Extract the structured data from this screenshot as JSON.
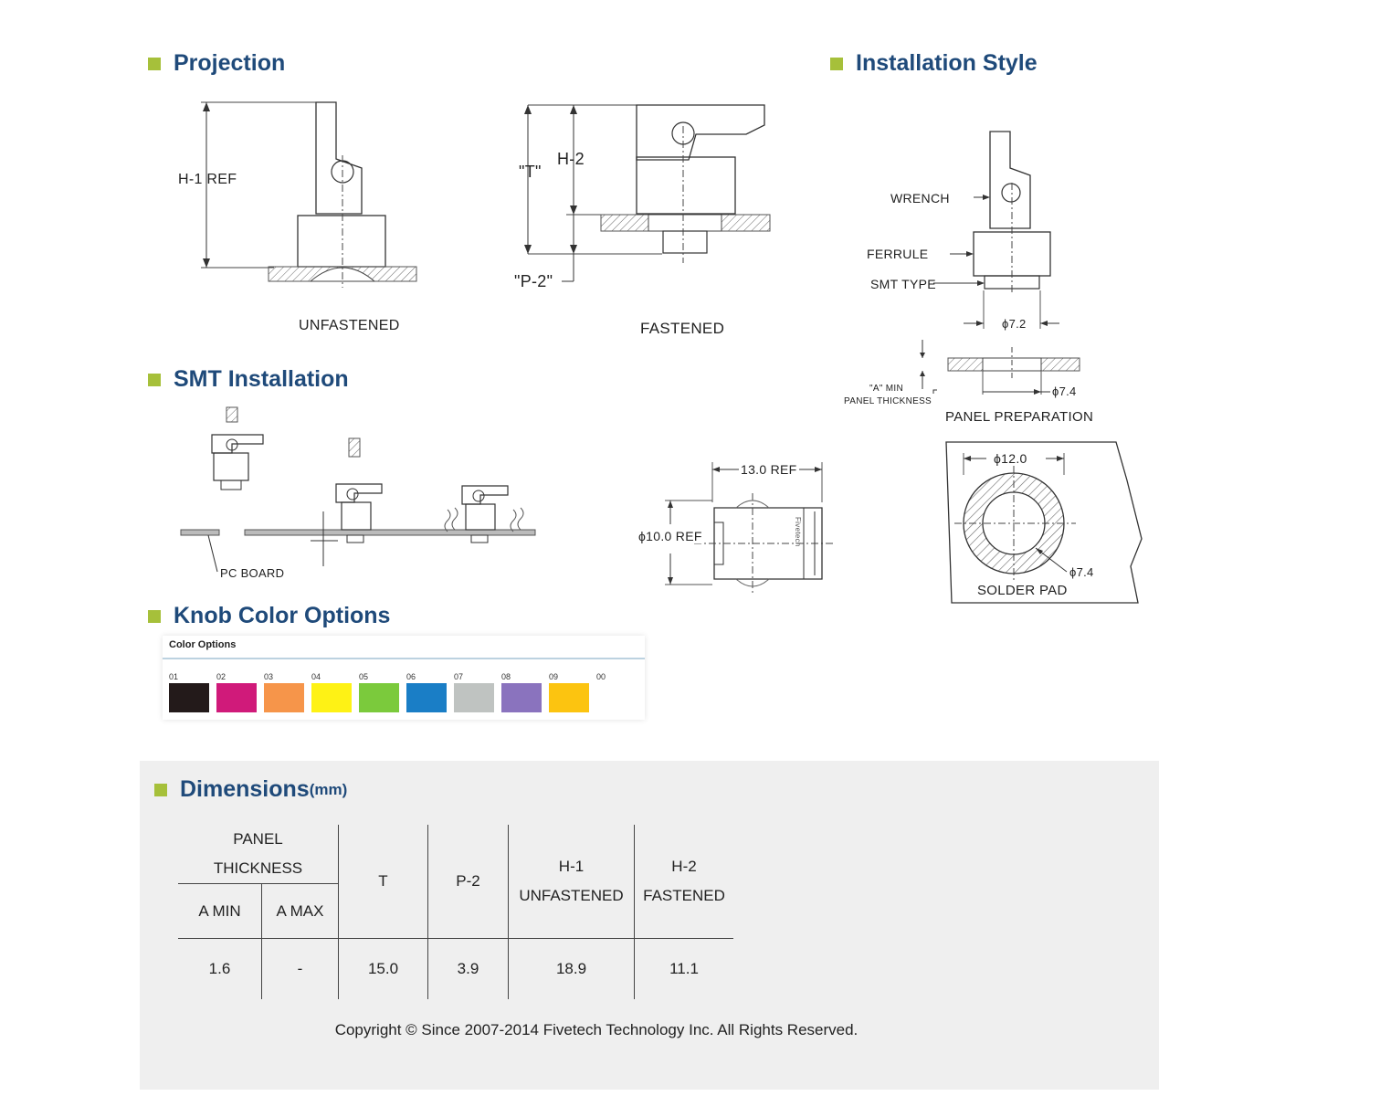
{
  "headings": {
    "projection": "Projection",
    "installation_style": "Installation Style",
    "smt_installation": "SMT Installation",
    "knob_color_options": "Knob Color Options",
    "dimensions": "Dimensions",
    "dimensions_unit": "(mm)"
  },
  "projection": {
    "h1_ref": "H-1 REF",
    "unfastened": "UNFASTENED",
    "t_label": "\"T\"",
    "h2_label": "H-2",
    "p2_label": "\"P-2\"",
    "fastened": "FASTENED"
  },
  "installation_style": {
    "wrench": "WRENCH",
    "ferrule": "FERRULE",
    "smt_type": "SMT TYPE",
    "dia_72": "ϕ7.2",
    "a_min": "\"A\" MIN",
    "panel_thickness": "PANEL THICKNESS",
    "dia_74": "ϕ7.4",
    "panel_preparation": "PANEL PREPARATION",
    "dia_120": "ϕ12.0",
    "dia_74_pad": "ϕ7.4",
    "solder_pad": "SOLDER  PAD"
  },
  "smt": {
    "pc_board": "PC BOARD",
    "ref_130": "13.0 REF",
    "ref_100": "ϕ10.0 REF",
    "brand_mark": "Fivetech"
  },
  "colors": {
    "title": "Color Options",
    "swatches": [
      {
        "code": "01",
        "color": "#231a1a"
      },
      {
        "code": "02",
        "color": "#d01a7a"
      },
      {
        "code": "03",
        "color": "#f6954a"
      },
      {
        "code": "04",
        "color": "#fef215"
      },
      {
        "code": "05",
        "color": "#7bca3c"
      },
      {
        "code": "06",
        "color": "#1a7ec6"
      },
      {
        "code": "07",
        "color": "#bfc3c1"
      },
      {
        "code": "08",
        "color": "#8a73be"
      },
      {
        "code": "09",
        "color": "#fcc410"
      },
      {
        "code": "00",
        "color": "#ffffff"
      }
    ]
  },
  "dimensions_table": {
    "panel": "PANEL",
    "thickness": "THICKNESS",
    "a_min": "A MIN",
    "a_max": "A MAX",
    "t": "T",
    "p2": "P-2",
    "h1": "H-1",
    "unfastened": "UNFASTENED",
    "h2": "H-2",
    "fastened": "FASTENED",
    "row": {
      "a_min": "1.6",
      "a_max": "-",
      "t": "15.0",
      "p2": "3.9",
      "h1": "18.9",
      "h2": "11.1"
    }
  },
  "copyright": "Copyright © Since 2007-2014 Fivetech Technology Inc. All Rights Reserved."
}
